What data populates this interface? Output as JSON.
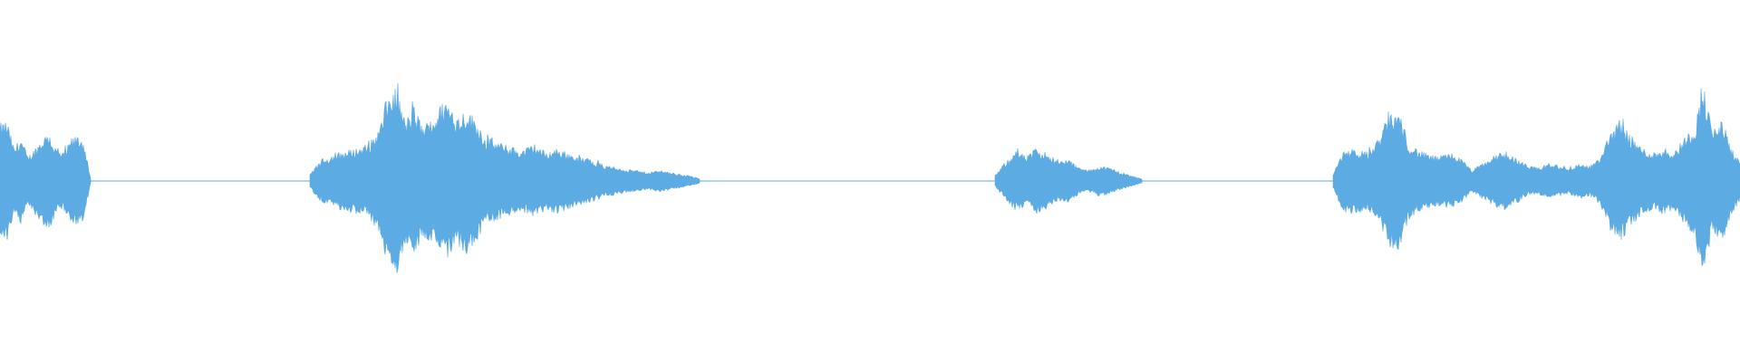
{
  "waveform": {
    "color": "#5dabe3",
    "background": "#ffffff",
    "amplitude_scale": 0.55,
    "segments": [
      {
        "start": 0.0,
        "end": 0.052,
        "envelope": [
          [
            0.0,
            0.52
          ],
          [
            0.004,
            0.55
          ],
          [
            0.008,
            0.3
          ],
          [
            0.012,
            0.4
          ],
          [
            0.016,
            0.22
          ],
          [
            0.02,
            0.3
          ],
          [
            0.024,
            0.38
          ],
          [
            0.028,
            0.45
          ],
          [
            0.032,
            0.3
          ],
          [
            0.036,
            0.25
          ],
          [
            0.04,
            0.35
          ],
          [
            0.044,
            0.42
          ],
          [
            0.048,
            0.38
          ],
          [
            0.052,
            0.02
          ]
        ]
      },
      {
        "start": 0.052,
        "end": 0.178,
        "envelope": [
          [
            0.052,
            0.01
          ],
          [
            0.178,
            0.01
          ]
        ]
      },
      {
        "start": 0.178,
        "end": 0.402,
        "envelope": [
          [
            0.178,
            0.06
          ],
          [
            0.185,
            0.2
          ],
          [
            0.195,
            0.26
          ],
          [
            0.205,
            0.3
          ],
          [
            0.212,
            0.34
          ],
          [
            0.218,
            0.48
          ],
          [
            0.223,
            0.78
          ],
          [
            0.228,
            0.84
          ],
          [
            0.233,
            0.55
          ],
          [
            0.238,
            0.68
          ],
          [
            0.243,
            0.5
          ],
          [
            0.25,
            0.6
          ],
          [
            0.256,
            0.76
          ],
          [
            0.262,
            0.58
          ],
          [
            0.268,
            0.66
          ],
          [
            0.274,
            0.55
          ],
          [
            0.279,
            0.4
          ],
          [
            0.285,
            0.36
          ],
          [
            0.292,
            0.32
          ],
          [
            0.3,
            0.28
          ],
          [
            0.307,
            0.34
          ],
          [
            0.314,
            0.26
          ],
          [
            0.32,
            0.3
          ],
          [
            0.326,
            0.26
          ],
          [
            0.332,
            0.22
          ],
          [
            0.34,
            0.2
          ],
          [
            0.348,
            0.14
          ],
          [
            0.356,
            0.12
          ],
          [
            0.364,
            0.1
          ],
          [
            0.372,
            0.08
          ],
          [
            0.38,
            0.1
          ],
          [
            0.388,
            0.07
          ],
          [
            0.396,
            0.05
          ],
          [
            0.402,
            0.02
          ]
        ]
      },
      {
        "start": 0.402,
        "end": 0.572,
        "envelope": [
          [
            0.402,
            0.01
          ],
          [
            0.572,
            0.01
          ]
        ]
      },
      {
        "start": 0.572,
        "end": 0.656,
        "envelope": [
          [
            0.572,
            0.05
          ],
          [
            0.578,
            0.18
          ],
          [
            0.584,
            0.28
          ],
          [
            0.59,
            0.22
          ],
          [
            0.596,
            0.3
          ],
          [
            0.602,
            0.26
          ],
          [
            0.608,
            0.18
          ],
          [
            0.614,
            0.2
          ],
          [
            0.62,
            0.12
          ],
          [
            0.626,
            0.1
          ],
          [
            0.632,
            0.14
          ],
          [
            0.638,
            0.12
          ],
          [
            0.644,
            0.08
          ],
          [
            0.65,
            0.05
          ],
          [
            0.656,
            0.02
          ]
        ]
      },
      {
        "start": 0.656,
        "end": 0.766,
        "envelope": [
          [
            0.656,
            0.01
          ],
          [
            0.766,
            0.01
          ]
        ]
      },
      {
        "start": 0.766,
        "end": 1.0,
        "envelope": [
          [
            0.766,
            0.06
          ],
          [
            0.772,
            0.28
          ],
          [
            0.778,
            0.3
          ],
          [
            0.786,
            0.26
          ],
          [
            0.792,
            0.38
          ],
          [
            0.798,
            0.6
          ],
          [
            0.804,
            0.62
          ],
          [
            0.81,
            0.34
          ],
          [
            0.818,
            0.26
          ],
          [
            0.826,
            0.22
          ],
          [
            0.834,
            0.26
          ],
          [
            0.84,
            0.2
          ],
          [
            0.846,
            0.1
          ],
          [
            0.852,
            0.16
          ],
          [
            0.86,
            0.24
          ],
          [
            0.866,
            0.26
          ],
          [
            0.872,
            0.2
          ],
          [
            0.878,
            0.14
          ],
          [
            0.884,
            0.12
          ],
          [
            0.89,
            0.16
          ],
          [
            0.896,
            0.14
          ],
          [
            0.902,
            0.12
          ],
          [
            0.908,
            0.16
          ],
          [
            0.914,
            0.14
          ],
          [
            0.92,
            0.22
          ],
          [
            0.926,
            0.48
          ],
          [
            0.932,
            0.54
          ],
          [
            0.938,
            0.4
          ],
          [
            0.944,
            0.3
          ],
          [
            0.95,
            0.26
          ],
          [
            0.956,
            0.3
          ],
          [
            0.962,
            0.26
          ],
          [
            0.968,
            0.4
          ],
          [
            0.974,
            0.5
          ],
          [
            0.979,
            0.88
          ],
          [
            0.984,
            0.46
          ],
          [
            0.99,
            0.55
          ],
          [
            0.995,
            0.3
          ],
          [
            1.0,
            0.18
          ]
        ]
      }
    ]
  }
}
